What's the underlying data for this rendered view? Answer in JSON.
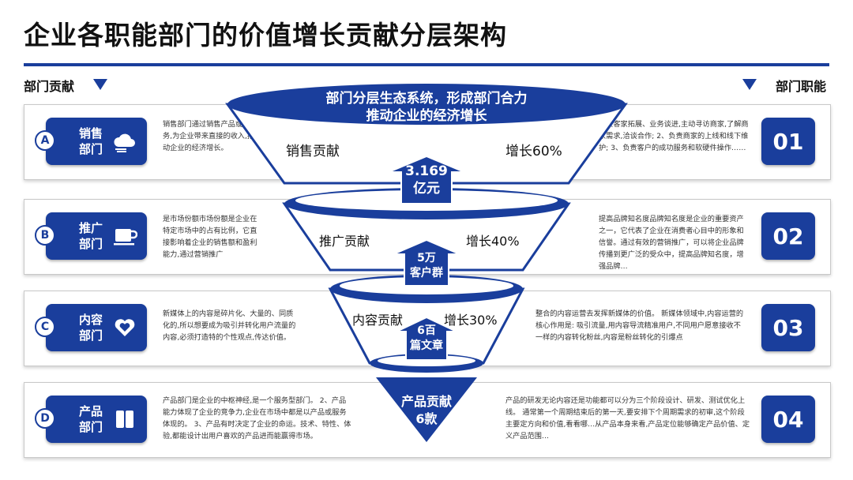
{
  "title": "企业各职能部门的价值增长贡献分层架构",
  "headers": {
    "left": "部门贡献",
    "right": "部门职能"
  },
  "funnel_top": {
    "line1": "部门分层生态系统，形成部门合力",
    "line2": "推动企业的经济增长"
  },
  "rows": [
    {
      "letter": "A",
      "badge": "销售\n部门",
      "icon": "cloud-icon",
      "left_desc": "销售部门通过销售产品或服务,为企业带来直接的收入,推动企业的经济增长。",
      "contribution": "销售贡献",
      "growth": "增长60%",
      "arrow_value": "3.169\n亿元",
      "right_desc": "负责客家拓展、业务谈进,主动寻访商家,了解商家需求,洽谈合作; 2、负责商家的上线和线下维护; 3、负责客户的成功服务和软硬件操作……",
      "number": "01"
    },
    {
      "letter": "B",
      "badge": "推广\n部门",
      "icon": "coffee-cup-icon",
      "left_desc": "是市场份额市场份额是企业在特定市场中的占有比例，它直接影响着企业的销售额和盈利能力,通过营销推广",
      "contribution": "推广贡献",
      "growth": "增长40%",
      "arrow_value": "5万\n客户群",
      "right_desc": "提高品牌知名度品牌知名度是企业的重要资产之一，它代表了企业在消费者心目中的形象和信誉。通过有效的营销推广，可以将企业品牌传播到更广泛的受众中，提高品牌知名度，增强品牌…",
      "number": "02"
    },
    {
      "letter": "C",
      "badge": "内容\n部门",
      "icon": "hands-heart-icon",
      "left_desc": "新媒体上的内容是碎片化、大量的、同质化的,所以想要成为吸引并转化用户流量的内容,必须打造特的个性观点,传达价值。",
      "contribution": "内容贡献",
      "growth": "增长30%",
      "arrow_value": "6百\n篇文章",
      "right_desc": "整合的内容运营去发挥新媒体的价值。 新媒体领域中,内容运营的核心作用是: 吸引流量,用内容导流精准用户,不同用户愿意接收不一样的内容转化粉丝,内容是粉丝转化的引爆点",
      "number": "03"
    },
    {
      "letter": "D",
      "badge": "产品\n部门",
      "icon": "book-icon",
      "left_desc": "产品部门是企业的中枢神经,是一个服务型部门。 2、产品能力体现了企业的竞争力,企业在市场中都是以产品或服务体现的。 3、产品有时决定了企业的命运。技术、特性、体验,都能设计出用户喜欢的产品进而能赢得市场。",
      "contribution": "产品贡献\n6款",
      "right_desc": "产品的研发无论内容还是功能都可以分为三个阶段设计、研发、测试优化上线。 通常第一个周期结束后的第一天,要安排下个周期需求的初审,这个阶段主要定方向和价值,看看哪…从产品本身来看,产品定位能够确定产品价值、定义产品范围…",
      "number": "04"
    }
  ],
  "colors": {
    "accent": "#1a3e9c",
    "text": "#111111"
  }
}
